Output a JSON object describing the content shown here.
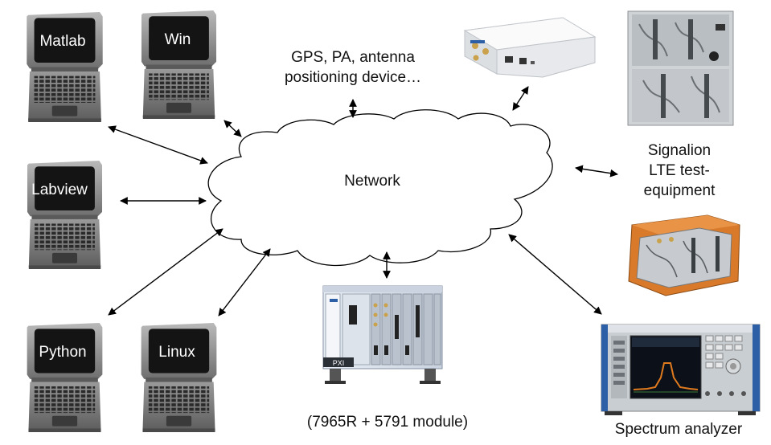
{
  "diagram": {
    "cloud_label": "Network",
    "computers": [
      "Matlab",
      "Win",
      "Labview",
      "Python",
      "Linux"
    ],
    "gps_line1": "GPS, PA, antenna",
    "gps_line2": "positioning device…",
    "pxi_caption": "(7965R + 5791 module)",
    "pxi_badge": "PXI",
    "signalion_line1": "Signalion",
    "signalion_line2": "LTE test-",
    "signalion_line3": "equipment",
    "spectrum_caption": "Spectrum analyzer"
  },
  "icons": [
    "laptop-icon",
    "usrp-device-icon",
    "pxi-chassis-icon",
    "rack-equipment-icon",
    "spectrum-analyzer-icon",
    "cloud-icon"
  ],
  "colors": {
    "screen": "#141414",
    "laptop_body": "#8c8c8c",
    "arrow": "#000000",
    "signalion_orange": "#d87a2a"
  }
}
